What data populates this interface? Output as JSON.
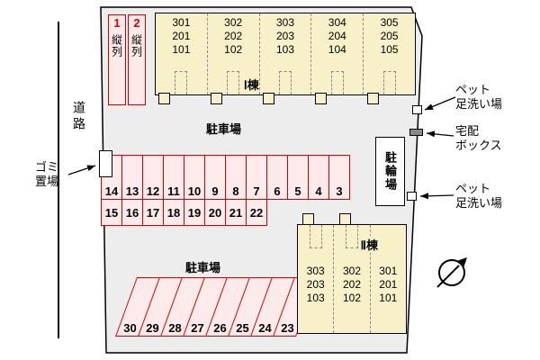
{
  "colors": {
    "site_fill": "#ededed",
    "building_fill": "#f7f0c8",
    "parking_fill": "#fdeaea",
    "parking_border": "#d40000",
    "outline": "#000000"
  },
  "labels": {
    "road": "道路",
    "garbage_line1": "ゴミ",
    "garbage_line2": "置場",
    "parking_top": "駐車場",
    "parking_bottom": "駐車場",
    "bicycle": "駐輪場",
    "pet_wash_top_line1": "ペット",
    "pet_wash_top_line2": "足洗い場",
    "delivery_line1": "宅配",
    "delivery_line2": "ボックス",
    "pet_wash_mid_line1": "ペット",
    "pet_wash_mid_line2": "足洗い場",
    "building1": "Ⅰ棟",
    "building2": "Ⅱ棟"
  },
  "tandem_spaces": [
    {
      "num": "1",
      "label": "縦列"
    },
    {
      "num": "2",
      "label": "縦列"
    }
  ],
  "building1_units": [
    [
      "301",
      "201",
      "101"
    ],
    [
      "302",
      "202",
      "102"
    ],
    [
      "303",
      "203",
      "103"
    ],
    [
      "304",
      "204",
      "104"
    ],
    [
      "305",
      "205",
      "105"
    ]
  ],
  "building2_units": [
    [
      "303",
      "203",
      "103"
    ],
    [
      "302",
      "202",
      "102"
    ],
    [
      "301",
      "201",
      "101"
    ]
  ],
  "parking_row1": [
    "14",
    "13",
    "12",
    "11",
    "10",
    "9",
    "8",
    "7",
    "6",
    "5",
    "4",
    "3"
  ],
  "parking_row2": [
    "15",
    "16",
    "17",
    "18",
    "19",
    "20",
    "21",
    "22"
  ],
  "parking_row3": [
    "30",
    "29",
    "28",
    "27",
    "26",
    "25",
    "24",
    "23"
  ]
}
